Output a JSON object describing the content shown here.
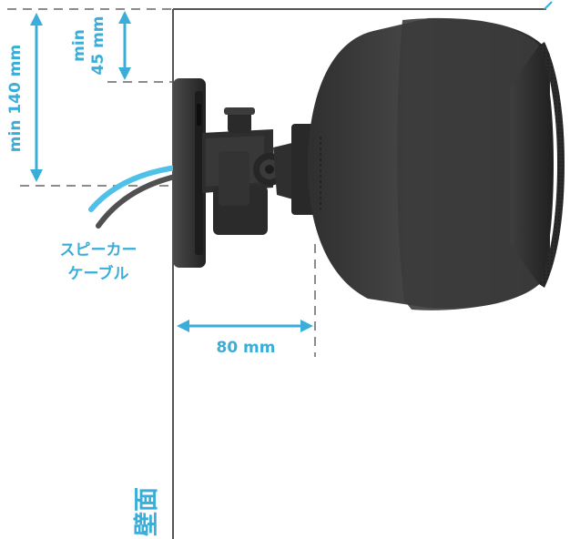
{
  "labels": {
    "min_140": "min 140 mm",
    "min_45_line1": "min",
    "min_45_line2": "45 mm",
    "cable_line1": "スピーカー",
    "cable_line2": "ケーブル",
    "depth": "80 mm",
    "wall": "壁面"
  },
  "colors": {
    "accent": "#3aaed8",
    "dim_line": "#666666",
    "wall_line": "#555555",
    "speaker_body": "#3a3a3a",
    "speaker_dark": "#2b2b2b",
    "bracket": "#2e2e2e",
    "cable_blue": "#4fc0e8",
    "cable_gray": "#505050"
  }
}
